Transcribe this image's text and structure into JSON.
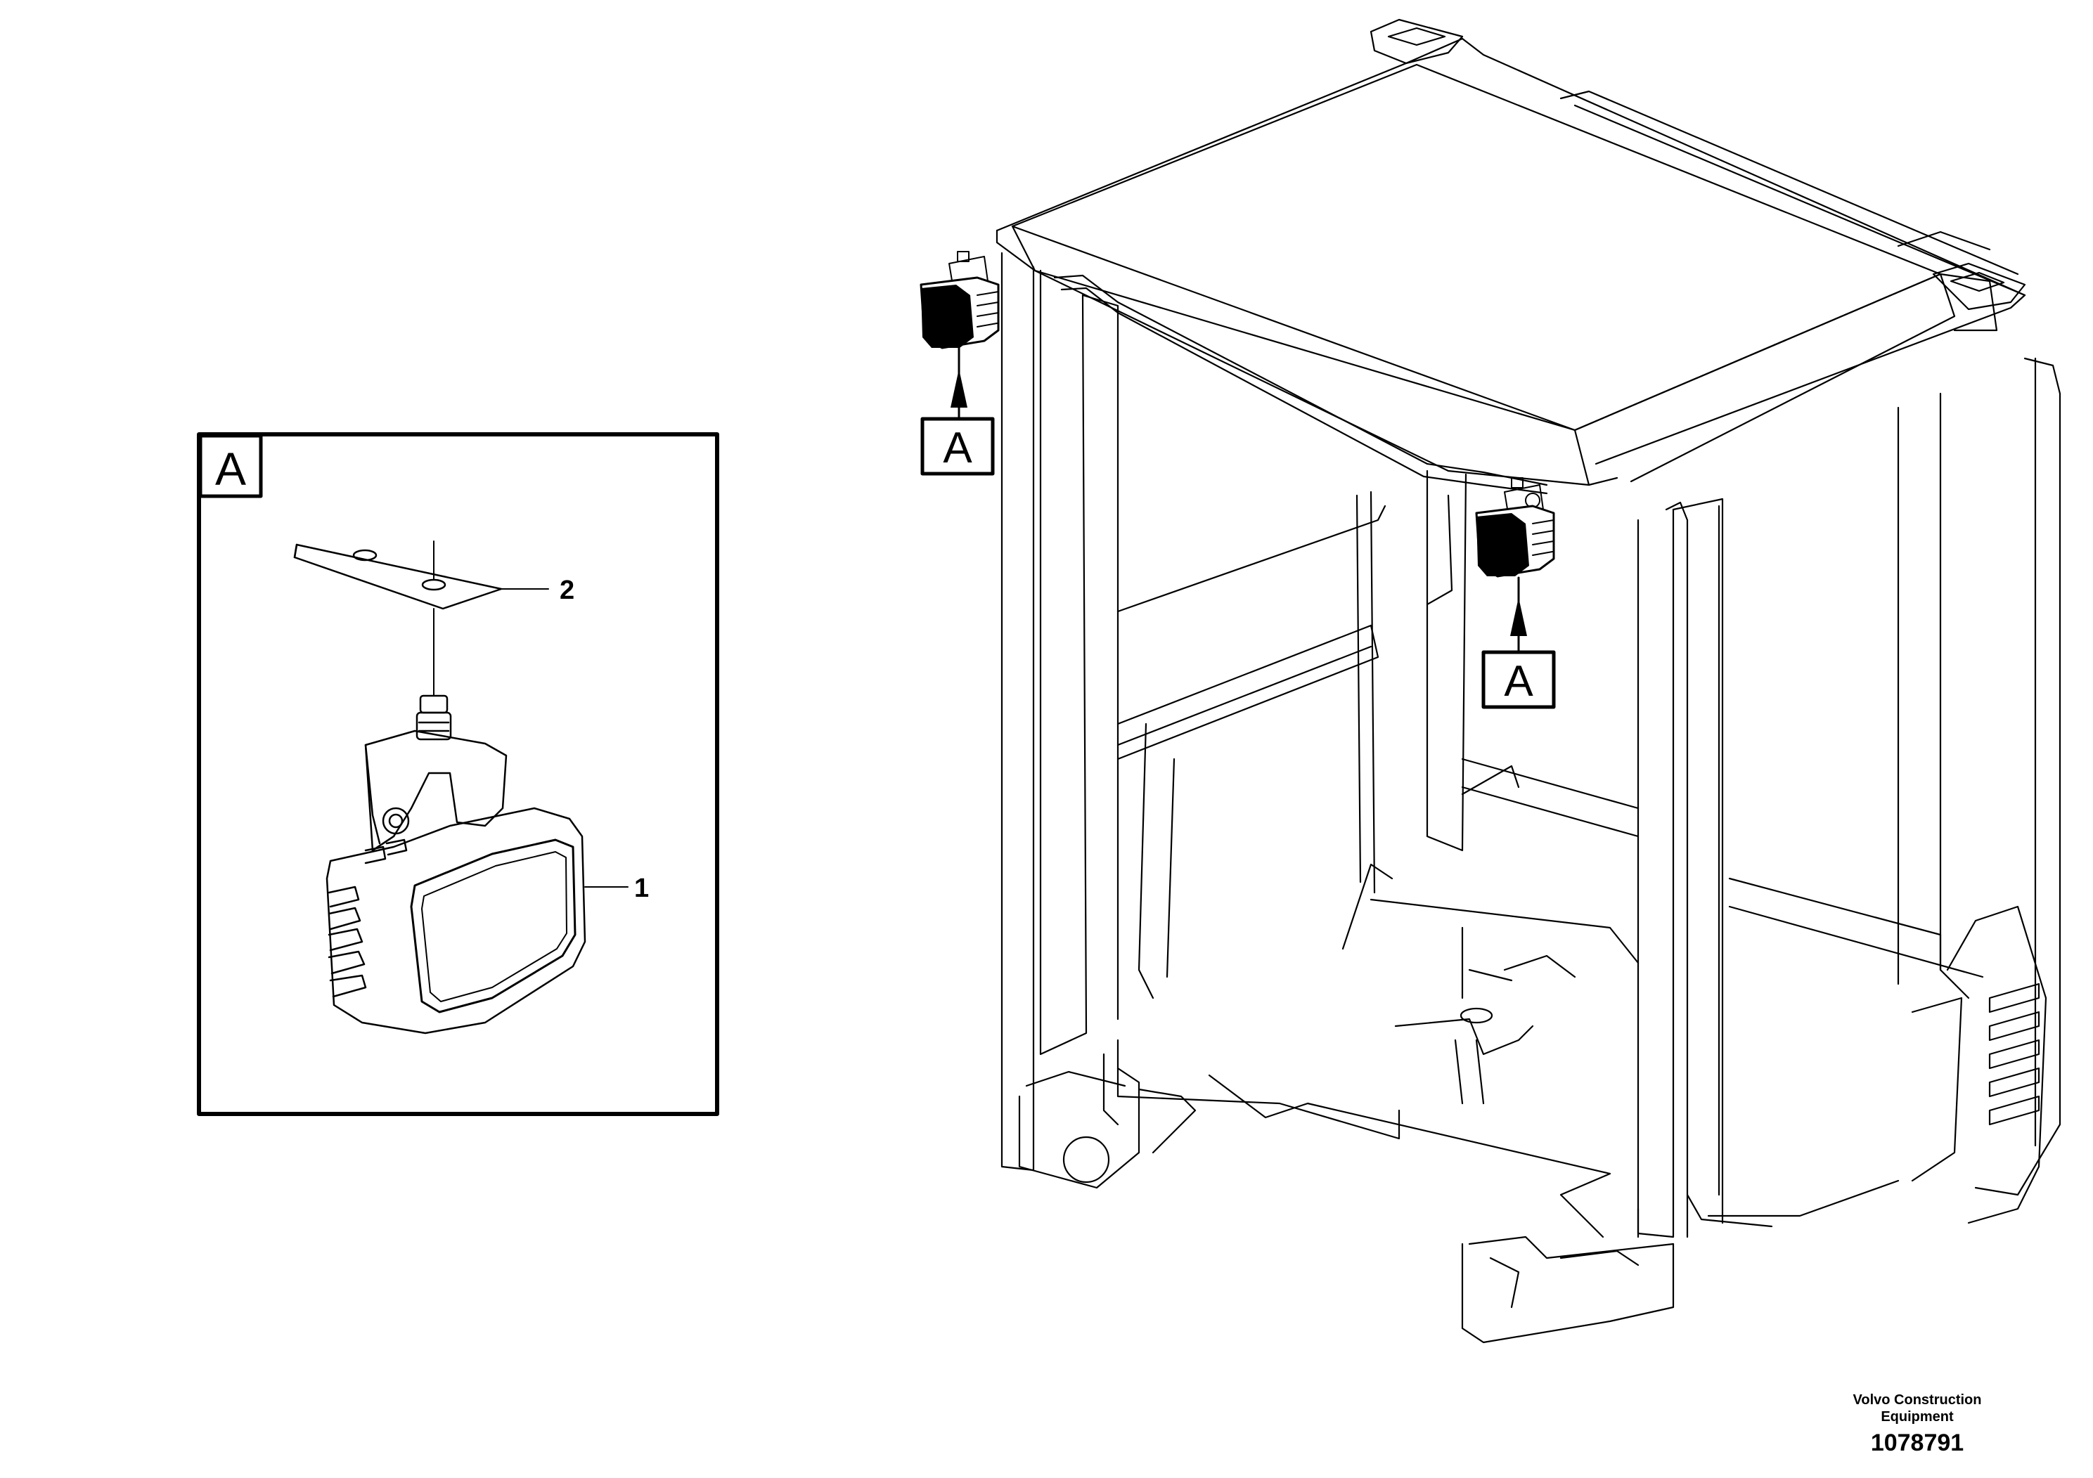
{
  "detail": {
    "label": "A",
    "parts": [
      {
        "number": "1",
        "description": "work light"
      },
      {
        "number": "2",
        "description": "mounting plate"
      }
    ]
  },
  "callouts": [
    "A",
    "A"
  ],
  "footer": {
    "brand_line1": "Volvo Construction",
    "brand_line2": "Equipment",
    "drawing_number": "1078791"
  },
  "colors": {
    "line": "#000000",
    "background": "#ffffff"
  }
}
